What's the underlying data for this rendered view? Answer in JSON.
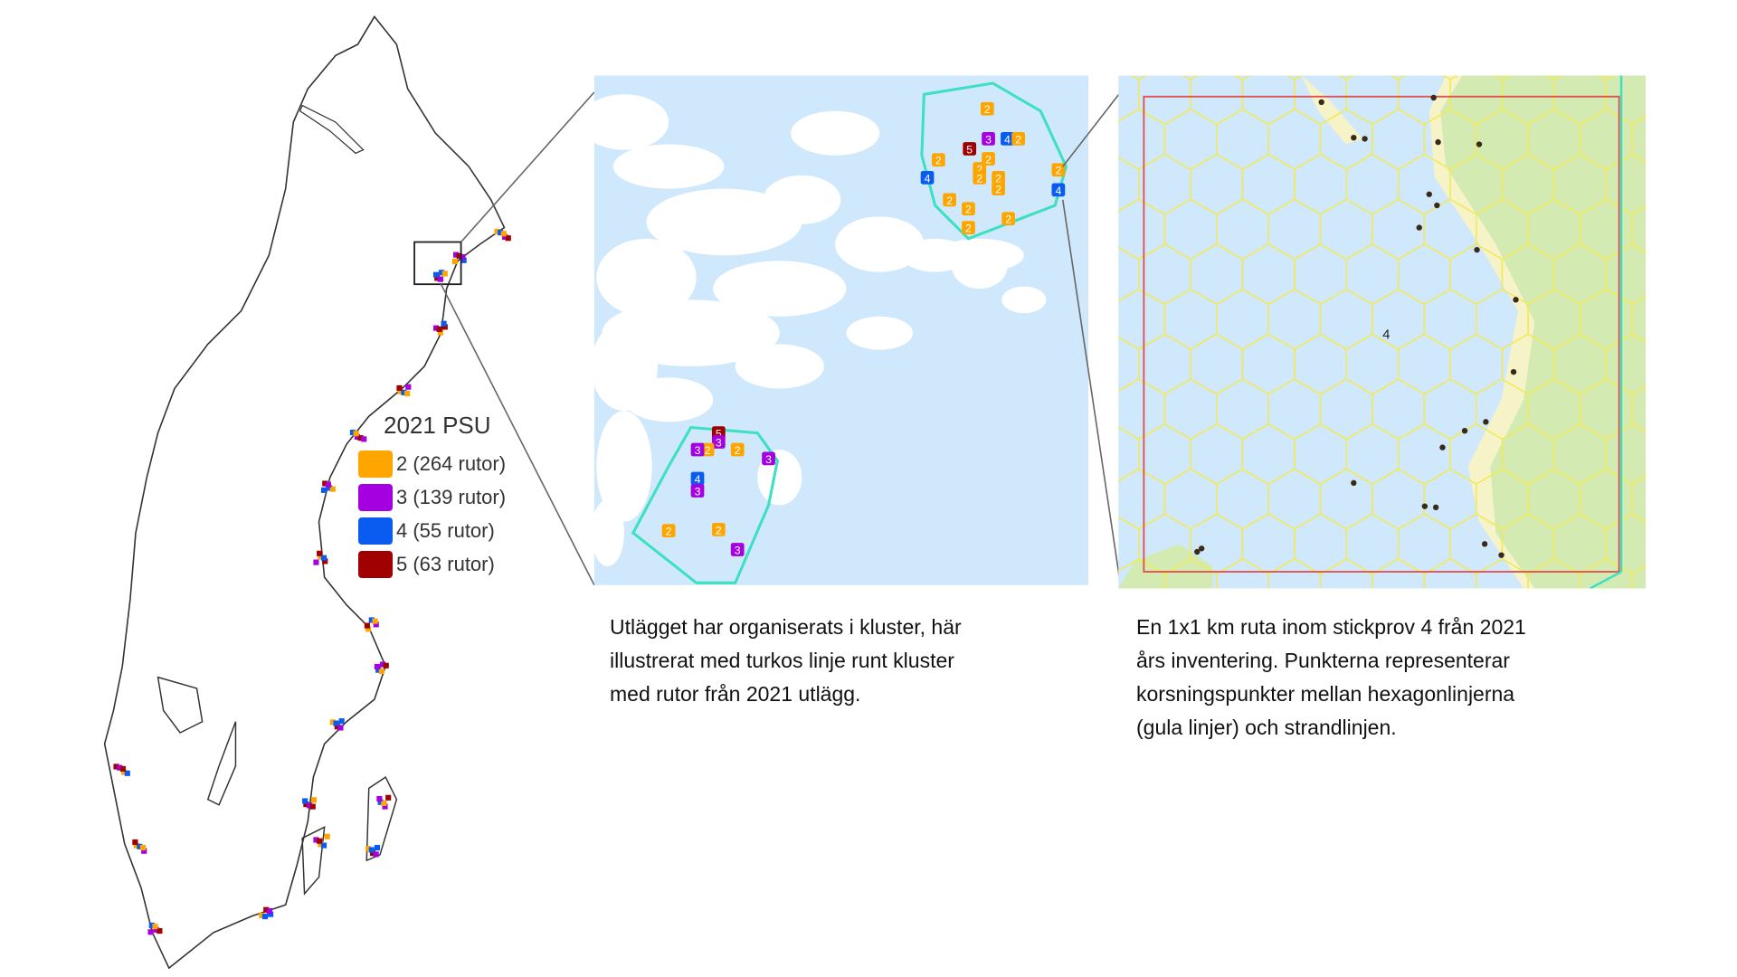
{
  "legend": {
    "title": "2021 PSU",
    "items": [
      {
        "label": "2 (264 rutor)",
        "color": "#ffa500"
      },
      {
        "label": "3 (139 rutor)",
        "color": "#a400e0"
      },
      {
        "label": "4 (55 rutor)",
        "color": "#0a5cf0"
      },
      {
        "label": "5 (63 rutor)",
        "color": "#a00000"
      }
    ]
  },
  "captions": {
    "cluster_lines": [
      "Utlägget har organiserats i kluster, här",
      "illustrerat med turkos linje runt kluster",
      "med rutor från 2021 utlägg."
    ],
    "square_lines": [
      "En 1x1 km ruta inom stickprov 4 från 2021",
      "års inventering. Punkterna representerar",
      "korsningspunkter mellan hexagonlinjerna",
      "(gula linjer) och strandlinjen."
    ]
  },
  "cluster_markers": {
    "north": [
      "2",
      "5",
      "3",
      "4",
      "2",
      "2",
      "2",
      "2",
      "2",
      "4",
      "2",
      "4",
      "2",
      "2",
      "2",
      "2",
      "2",
      "2"
    ],
    "south": [
      "5",
      "3",
      "2",
      "3",
      "2",
      "3",
      "4",
      "3",
      "2",
      "2",
      "3"
    ]
  },
  "square_label": "4",
  "colors": {
    "water": "#cfe8fb",
    "land_green": "#d3eab2",
    "hex": "#f2ea5a",
    "cluster_line": "#3de0c0",
    "frame": "#e05050"
  }
}
